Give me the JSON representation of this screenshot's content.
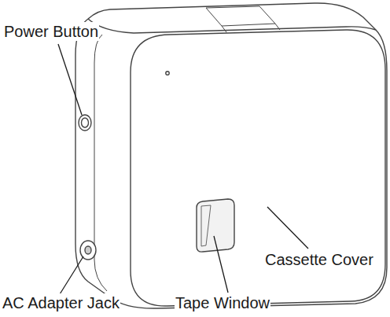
{
  "diagram": {
    "labels": [
      "Power Button",
      "AC Adapter Jack",
      "Tape Window",
      "Cassette Cover"
    ]
  }
}
